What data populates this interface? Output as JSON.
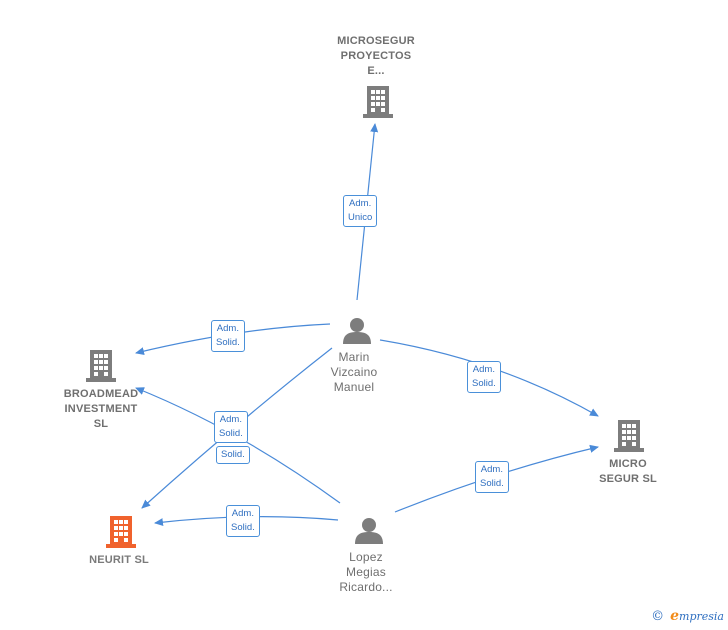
{
  "nodes": {
    "microsegur_proyectos": {
      "label": "MICROSEGUR\nPROYECTOS\nE...",
      "kind": "company",
      "color": "#7d7d7d"
    },
    "broadmead": {
      "label": "BROADMEAD\nINVESTMENT\nSL",
      "kind": "company",
      "color": "#7d7d7d"
    },
    "micro_segur": {
      "label": "MICRO\nSEGUR SL",
      "kind": "company",
      "color": "#7d7d7d"
    },
    "neurit": {
      "label": "NEURIT  SL",
      "kind": "company",
      "color": "#f0622d"
    },
    "marin": {
      "label": "Marin\nVizcaino\nManuel",
      "kind": "person",
      "color": "#7d7d7d"
    },
    "lopez": {
      "label": "Lopez\nMegias\nRicardo...",
      "kind": "person",
      "color": "#7d7d7d"
    }
  },
  "edges": [
    {
      "id": "marin-microsegur",
      "from": "marin",
      "to": "microsegur_proyectos",
      "label": "Adm.\nUnico"
    },
    {
      "id": "marin-broadmead",
      "from": "marin",
      "to": "broadmead",
      "label": "Adm.\nSolid."
    },
    {
      "id": "marin-microseg",
      "from": "marin",
      "to": "micro_segur",
      "label": "Adm.\nSolid."
    },
    {
      "id": "marin-neurit",
      "from": "marin",
      "to": "neurit",
      "label": "Adm.\nSolid."
    },
    {
      "id": "lopez-broadmead",
      "from": "lopez",
      "to": "broadmead",
      "label": "Solid."
    },
    {
      "id": "lopez-neurit",
      "from": "lopez",
      "to": "neurit",
      "label": "Adm.\nSolid."
    },
    {
      "id": "lopez-microseg",
      "from": "lopez",
      "to": "micro_segur",
      "label": "Adm.\nSolid."
    }
  ],
  "colors": {
    "edge": "#4a8ad8",
    "company": "#7d7d7d",
    "highlight_company": "#f0622d",
    "person": "#7d7d7d"
  },
  "footer": {
    "copyright_symbol": "©",
    "brand_initial": "e",
    "brand_rest": "mpresia"
  }
}
